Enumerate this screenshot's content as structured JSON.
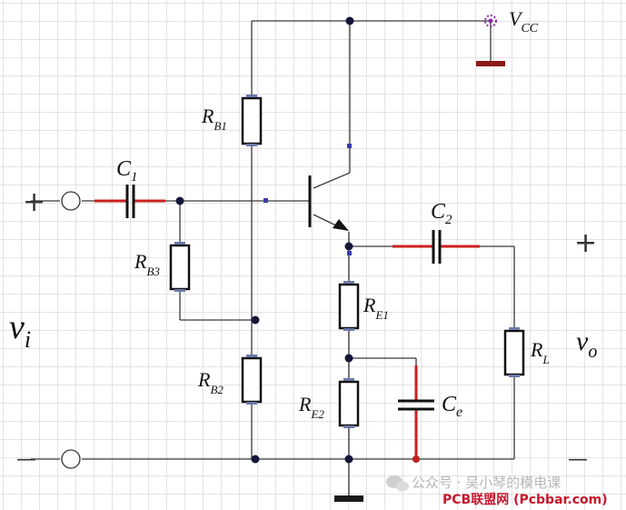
{
  "labels": {
    "vcc": {
      "main": "V",
      "sub": "CC"
    },
    "rb1": {
      "main": "R",
      "sub": "B1"
    },
    "rb2": {
      "main": "R",
      "sub": "B2"
    },
    "rb3": {
      "main": "R",
      "sub": "B3"
    },
    "re1": {
      "main": "R",
      "sub": "E1"
    },
    "re2": {
      "main": "R",
      "sub": "E2"
    },
    "rl": {
      "main": "R",
      "sub": "L"
    },
    "c1": {
      "main": "C",
      "sub": "1"
    },
    "c2": {
      "main": "C",
      "sub": "2"
    },
    "ce": {
      "main": "C",
      "sub": "e"
    },
    "vi": {
      "main": "v",
      "sub": "i"
    },
    "vo": {
      "main": "v",
      "sub": "o"
    },
    "plus_in": "+",
    "minus_in": "—",
    "plus_out": "+",
    "minus_out": "—"
  },
  "watermark": {
    "wechat": "公众号 · 吴小琴的模电课",
    "site": "PCB联盟网 (Pcbbar.com)"
  },
  "colors": {
    "wire": "#3a3a3a",
    "capacitor_lead": "#cc1f1f",
    "node": "#16163a",
    "resistor_end": "#6a78a8",
    "vcc_marker": "#8a2ba8",
    "ground_bar": "#1a1a1a",
    "site_text": "#c8162c"
  }
}
